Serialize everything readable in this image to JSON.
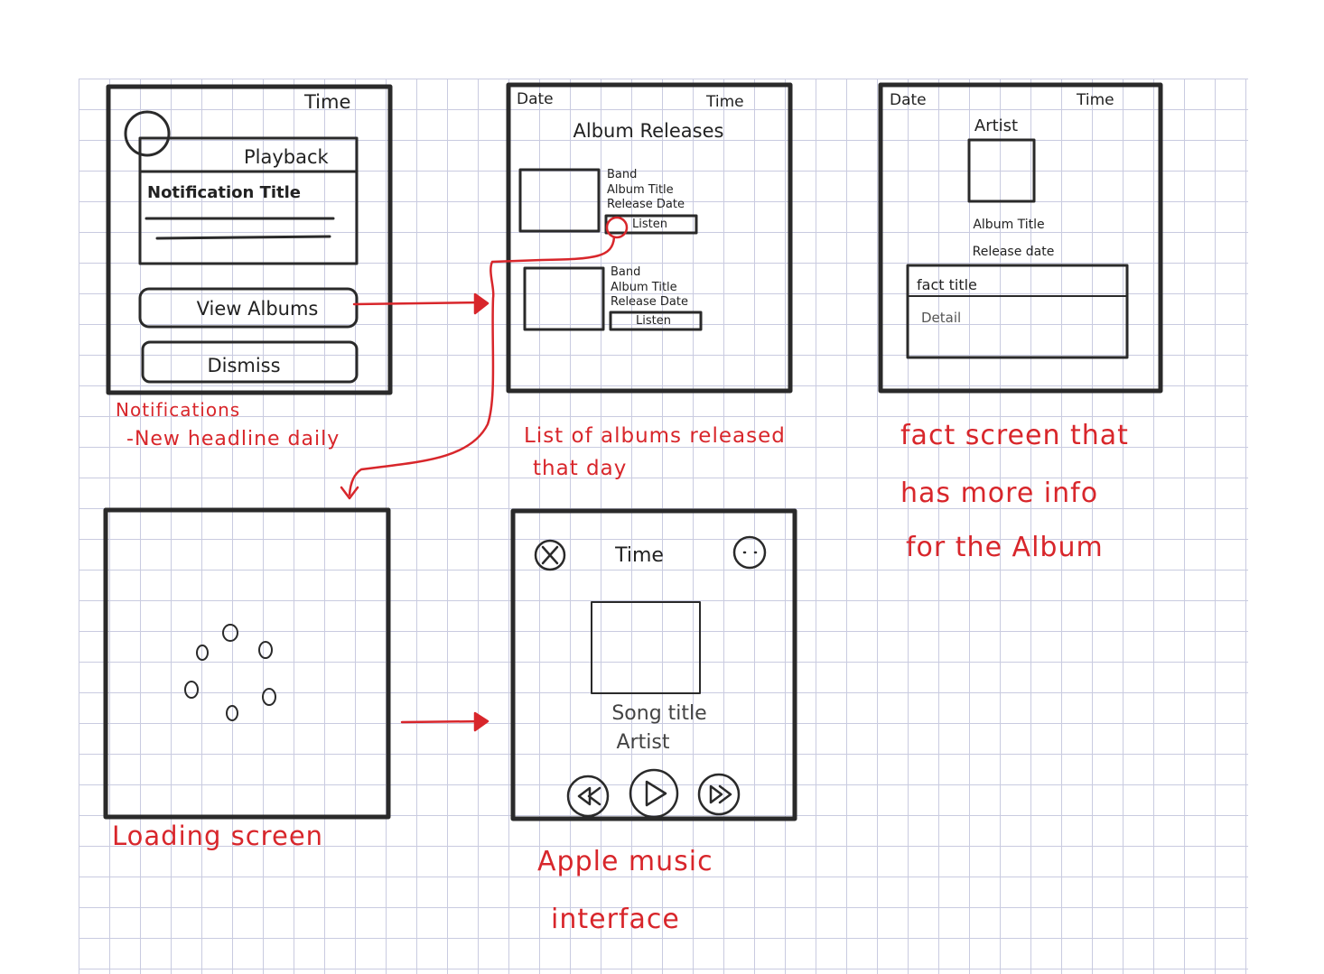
{
  "colors": {
    "pencil": "#2a2a2a",
    "annotation": "#d8262b",
    "grid": "#c9cbe0"
  },
  "notification_screen": {
    "time": "Time",
    "playback": "Playback",
    "notification_title": "Notification Title",
    "view_albums": "View Albums",
    "dismiss": "Dismiss",
    "caption": [
      "Notifications",
      "-New headline daily"
    ]
  },
  "album_releases_screen": {
    "date": "Date",
    "time": "Time",
    "title": "Album Releases",
    "items": [
      {
        "band": "Band",
        "album_title": "Album Title",
        "release_date": "Release Date",
        "listen": "Listen"
      },
      {
        "band": "Band",
        "album_title": "Album Title",
        "release_date": "Release Date",
        "listen": "Listen"
      }
    ],
    "caption": [
      "List of albums released",
      "that day"
    ]
  },
  "fact_screen": {
    "date": "Date",
    "time": "Time",
    "artist": "Artist",
    "album_title": "Album Title",
    "release_date": "Release date",
    "fact_title": "fact title",
    "detail": "Detail",
    "caption": [
      "fact screen that",
      "has more info",
      "for the Album"
    ]
  },
  "loading_screen": {
    "caption": "Loading screen"
  },
  "music_screen": {
    "time": "Time",
    "song_title": "Song title",
    "artist": "Artist",
    "icons": [
      "close-icon",
      "more-icon",
      "rewind-icon",
      "play-icon",
      "fast-forward-icon"
    ],
    "caption": [
      "Apple music",
      "interface"
    ]
  }
}
